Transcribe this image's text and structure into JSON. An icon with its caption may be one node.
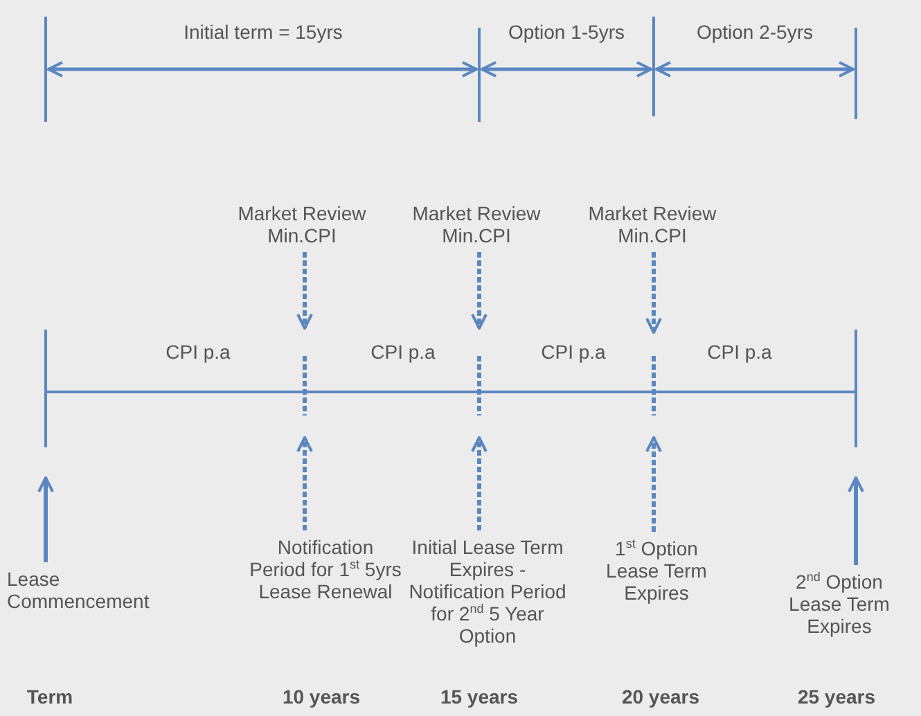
{
  "diagram": {
    "nodes": [
      {
        "text": [
          "Market Review Min.CPI"
        ]
      },
      {
        "text": [
          "Market Review Min.CPI"
        ]
      },
      {
        "text": [
          "Market Review Min.CPI"
        ]
      },
      {
        "text": [
          "Lease Commencement"
        ]
      },
      {
        "text": [
          "Notification Period for 1$^{st}$ 5yrs Lease Renewal"
        ]
      },
      {
        "text": [
          "Initial Lease Term Expires - Notification Period for 2$^{nd}$ 5 Year Option"
        ]
      },
      {
        "text": [
          "1$^{st}$ Option Lease Term Expires"
        ]
      },
      {
        "text": [
          "2$^{nd}$ Option Lease Term Expires"
        ]
      }
    ],
    "edges": [
      {
        "from": 0,
        "to": null,
        "arrow": "to",
        "style": "dashed"
      },
      {
        "from": 1,
        "to": null,
        "arrow": "to",
        "style": "dashed"
      },
      {
        "from": 2,
        "to": null,
        "arrow": "to",
        "style": "dashed"
      },
      {
        "from": 3,
        "to": null,
        "arrow": "to"
      },
      {
        "from": 4,
        "to": null,
        "arrow": "to",
        "style": "dashed"
      },
      {
        "from": 5,
        "to": null,
        "arrow": "to",
        "style": "dashed"
      },
      {
        "from": 6,
        "to": null,
        "arrow": "to",
        "style": "dashed"
      },
      {
        "from": 7,
        "to": null,
        "arrow": "to"
      }
    ],
    "labels": [
      "Initial term = 15yrs",
      "Option 1-5yrs",
      "Option 2-5yrs",
      "CPI p.a",
      "CPI p.a",
      "CPI p.a",
      "CPI p.a",
      "Term",
      "10 years",
      "15 years",
      "20 years",
      "25 years"
    ]
  }
}
